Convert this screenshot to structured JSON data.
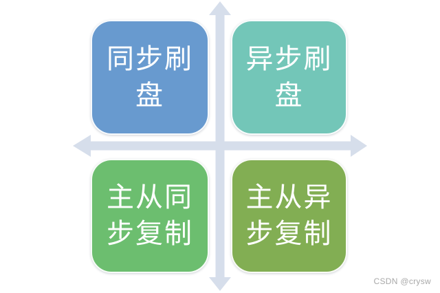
{
  "diagram": {
    "title": "RocketMQ flush/replication quadrant",
    "background_color": "#ffffff",
    "axis_color": "#D6DEEB",
    "label_text_color": "#ffffff",
    "quadrants": [
      {
        "position": "top-left",
        "label": "同步刷\n盘",
        "color": "#689ACF"
      },
      {
        "position": "top-right",
        "label": "异步刷\n盘",
        "color": "#73C6B8"
      },
      {
        "position": "bottom-left",
        "label": "主从同\n步复制",
        "color": "#6CBE6F"
      },
      {
        "position": "bottom-right",
        "label": "主从异\n步复制",
        "color": "#82AE53"
      }
    ]
  },
  "watermark": {
    "text": "CSDN @crysw",
    "color": "#A8A8A8"
  }
}
